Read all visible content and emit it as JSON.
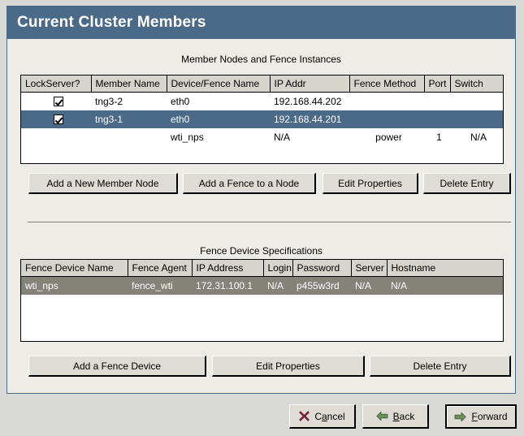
{
  "window": {
    "title": "Current Cluster Members"
  },
  "members_section": {
    "title": "Member Nodes and Fence Instances",
    "columns": [
      "LockServer?",
      "Member Name",
      "Device/Fence Name",
      "IP Addr",
      "Fence Method",
      "Port",
      "Switch"
    ],
    "rows": [
      {
        "lockserver": "checked",
        "member_name": "tng3-2",
        "device_fence_name": "eth0",
        "ip_addr": "192.168.44.202",
        "fence_method": "",
        "port": "",
        "switch": "",
        "state": "normal"
      },
      {
        "lockserver": "checked",
        "member_name": "tng3-1",
        "device_fence_name": "eth0",
        "ip_addr": "192.168.44.201",
        "fence_method": "",
        "port": "",
        "switch": "",
        "state": "selected-active"
      },
      {
        "lockserver": "",
        "member_name": "",
        "device_fence_name": "wti_nps",
        "ip_addr": "N/A",
        "fence_method": "power",
        "port": "1",
        "switch": "N/A",
        "state": "normal"
      }
    ],
    "buttons": {
      "add_member": "Add a New Member Node",
      "add_fence": "Add a Fence to a Node",
      "edit_properties": "Edit Properties",
      "delete_entry": "Delete Entry"
    }
  },
  "devices_section": {
    "title": "Fence Device Specifications",
    "columns": [
      "Fence Device Name",
      "Fence Agent",
      "IP Address",
      "Login",
      "Password",
      "Server",
      "Hostname"
    ],
    "rows": [
      {
        "fence_device_name": "wti_nps",
        "fence_agent": "fence_wti",
        "ip_address": "172.31.100.1",
        "login": "N/A",
        "password": "p455w3rd",
        "server": "N/A",
        "hostname": "N/A",
        "state": "selected-inactive"
      }
    ],
    "buttons": {
      "add_device": "Add a Fence Device",
      "edit_properties": "Edit Properties",
      "delete_entry": "Delete Entry"
    }
  },
  "footer": {
    "cancel": {
      "pre": "C",
      "mnemonic": "a",
      "post": "ncel",
      "icon": "cancel-x-icon"
    },
    "back": {
      "pre": "",
      "mnemonic": "B",
      "post": "ack",
      "icon": "arrow-left-icon"
    },
    "forward": {
      "pre": "",
      "mnemonic": "F",
      "post": "orward",
      "icon": "arrow-right-icon"
    }
  },
  "colors": {
    "titlebar": "#4a6a87",
    "panel": "#eeece6",
    "selected_active": "#4a6a87",
    "selected_inactive": "#85827a",
    "button_face": "#dedcd5",
    "header_face": "#d6d4cd",
    "cancel_icon": "#8b2140",
    "arrow_icon": "#6b8e5a"
  }
}
